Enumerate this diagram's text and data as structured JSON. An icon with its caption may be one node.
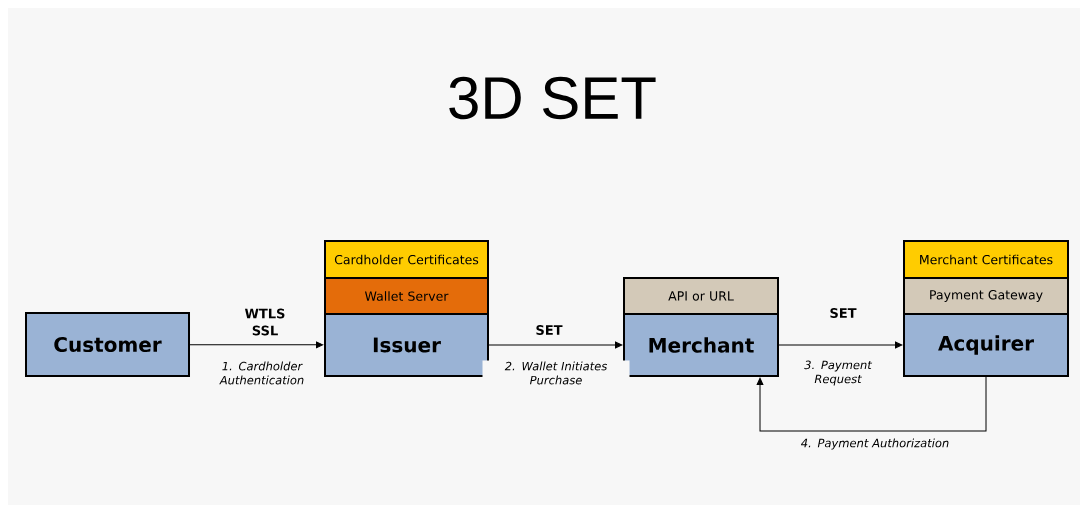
{
  "diagram": {
    "title": "3D SET",
    "nodes": [
      {
        "text": [
          "Customer"
        ]
      },
      {
        "text": [
          "Cardholder Certificates"
        ]
      },
      {
        "text": [
          "Wallet Server"
        ]
      },
      {
        "text": [
          "Issuer"
        ]
      },
      {
        "text": [
          "API or URL"
        ]
      },
      {
        "text": [
          "Merchant"
        ]
      },
      {
        "text": [
          "Merchant Certificates"
        ]
      },
      {
        "text": [
          "Payment Gateway"
        ]
      },
      {
        "text": [
          "Acquirer"
        ]
      }
    ],
    "edges": [
      {
        "from": 0,
        "to": 3,
        "arrow": "to",
        "label": "1. Cardholder Authentication"
      },
      {
        "from": 3,
        "to": 5,
        "arrow": "to",
        "label": "2. Wallet Initiates Purchase"
      },
      {
        "from": 5,
        "to": 8,
        "arrow": "to",
        "label": "3. Payment Request"
      },
      {
        "from": 8,
        "to": 5,
        "arrow": "to",
        "label": "4. Payment Authorization"
      }
    ],
    "labels": [
      "WTLS SSL",
      "SET",
      "SET"
    ]
  }
}
